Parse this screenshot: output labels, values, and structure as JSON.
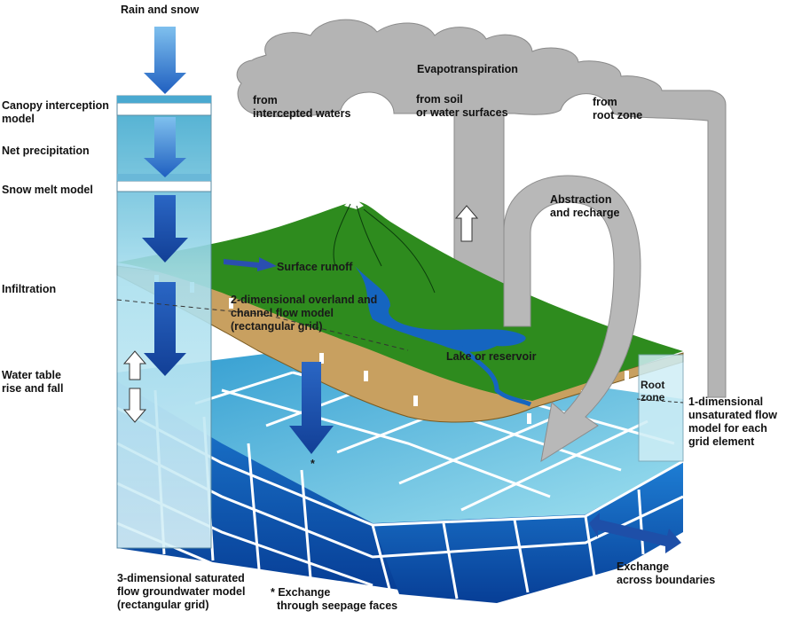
{
  "labels": {
    "rain_and_snow": "Rain and snow",
    "canopy_interception": "Canopy interception\nmodel",
    "net_precipitation": "Net precipitation",
    "snow_melt": "Snow melt model",
    "infiltration": "Infiltration",
    "water_table": "Water table\nrise and fall",
    "evapotranspiration": "Evapotranspiration",
    "from_intercepted": "from\nintercepted waters",
    "from_soil": "from soil\nor water surfaces",
    "from_root_zone": "from\nroot zone",
    "abstraction": "Abstraction\nand recharge",
    "surface_runoff": "Surface runoff",
    "overland_flow": "2-dimensional overland and\nchannel flow model\n(rectangular grid)",
    "lake": "Lake or reservoir",
    "root_zone": "Root\nzone",
    "unsaturated_flow": "1-dimensional\nunsaturated flow\nmodel for each\ngrid element",
    "exchange_boundaries": "Exchange\nacross boundaries",
    "saturated_flow": "3-dimensional saturated\nflow groundwater model\n(rectangular grid)",
    "seepage_asterisk": "*",
    "seepage": "* Exchange\n  through seepage faces"
  },
  "colors": {
    "land": "#2e8b1e",
    "soil": "#c8a060",
    "groundwater_dark": "#0a4fa8",
    "groundwater_light": "#7fd0e8",
    "column": "#9fd8ea",
    "arrow_blue": "#2a66c4",
    "cloud": "#b4b4b4"
  }
}
